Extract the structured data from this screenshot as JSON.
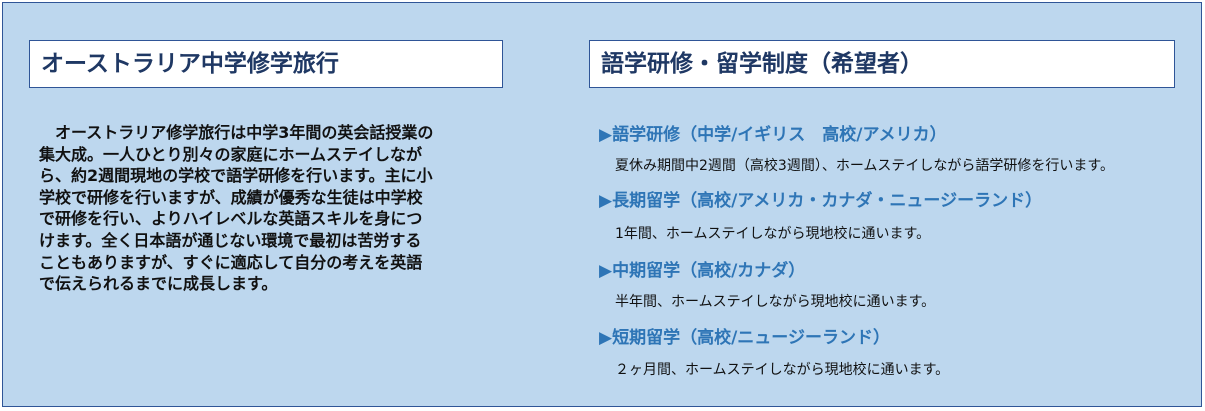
{
  "left": {
    "title": "オーストラリア中学修学旅行",
    "lines": [
      "　オーストラリア修学旅行は中学3年間の英会話授業の",
      "集大成。一人ひとり別々の家庭にホームステイしなが",
      "ら、約2週間現地の学校で語学研修を行います。主に小",
      "学校で研修を行いますが、成績が優秀な生徒は中学校",
      "で研修を行い、よりハイレベルな英語スキルを身につ",
      "けます。全く日本語が通じない環境で最初は苦労する",
      "こともありますが、すぐに適応して自分の考えを英語",
      "で伝えられるまでに成長します。"
    ]
  },
  "right": {
    "title": "語学研修・留学制度（希望者）",
    "items": [
      {
        "heading": "▶語学研修（中学/イギリス　高校/アメリカ）",
        "desc": "夏休み期間中2週間（高校3週間）、ホームステイしながら語学研修を行います。"
      },
      {
        "heading": "▶長期留学（高校/アメリカ・カナダ・ニュージーランド）",
        "desc": "1年間、ホームステイしながら現地校に通います。"
      },
      {
        "heading": "▶中期留学（高校/カナダ）",
        "desc": "半年間、ホームステイしながら現地校に通います。"
      },
      {
        "heading": "▶短期留学（高校/ニュージーランド）",
        "desc": "２ヶ月間、ホームステイしながら現地校に通います。"
      }
    ]
  }
}
